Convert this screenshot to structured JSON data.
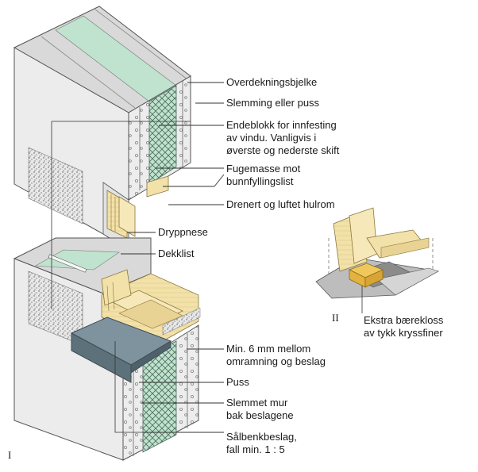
{
  "labels": {
    "overdekningsbjelke": "Overdekningsbjelke",
    "slemming": "Slemming eller puss",
    "endeblokk_1": "Endeblokk for innfesting",
    "endeblokk_2": "av vindu. Vanligvis i",
    "endeblokk_3": "øverste og nederste skift",
    "fugemasse_1": "Fugemasse mot",
    "fugemasse_2": "bunnfyllingslist",
    "drenert": "Drenert og luftet hulrom",
    "dryppnese": "Dryppnese",
    "dekklist": "Dekklist",
    "min6_1": "Min. 6 mm mellom",
    "min6_2": "omramning og beslag",
    "puss": "Puss",
    "slemmet_1": "Slemmet mur",
    "slemmet_2": "bak beslagene",
    "salbenk_1": "Sålbenkbeslag,",
    "salbenk_2": "fall min. 1 : 5",
    "ekstra_1": "Ekstra bærekloss",
    "ekstra_2": "av tykk kryssfiner"
  },
  "section_marks": {
    "main": "I",
    "detail": "II"
  },
  "colors": {
    "concrete_face": "#ececec",
    "concrete_side": "#f4f4f4",
    "concrete_top": "#d9d9d9",
    "insulation": "#bfe3cf",
    "timber": "#f2e1a8",
    "timber_dark": "#d9c27a",
    "flashing": "#6f8591",
    "outline": "#555555",
    "leader": "#333333"
  }
}
